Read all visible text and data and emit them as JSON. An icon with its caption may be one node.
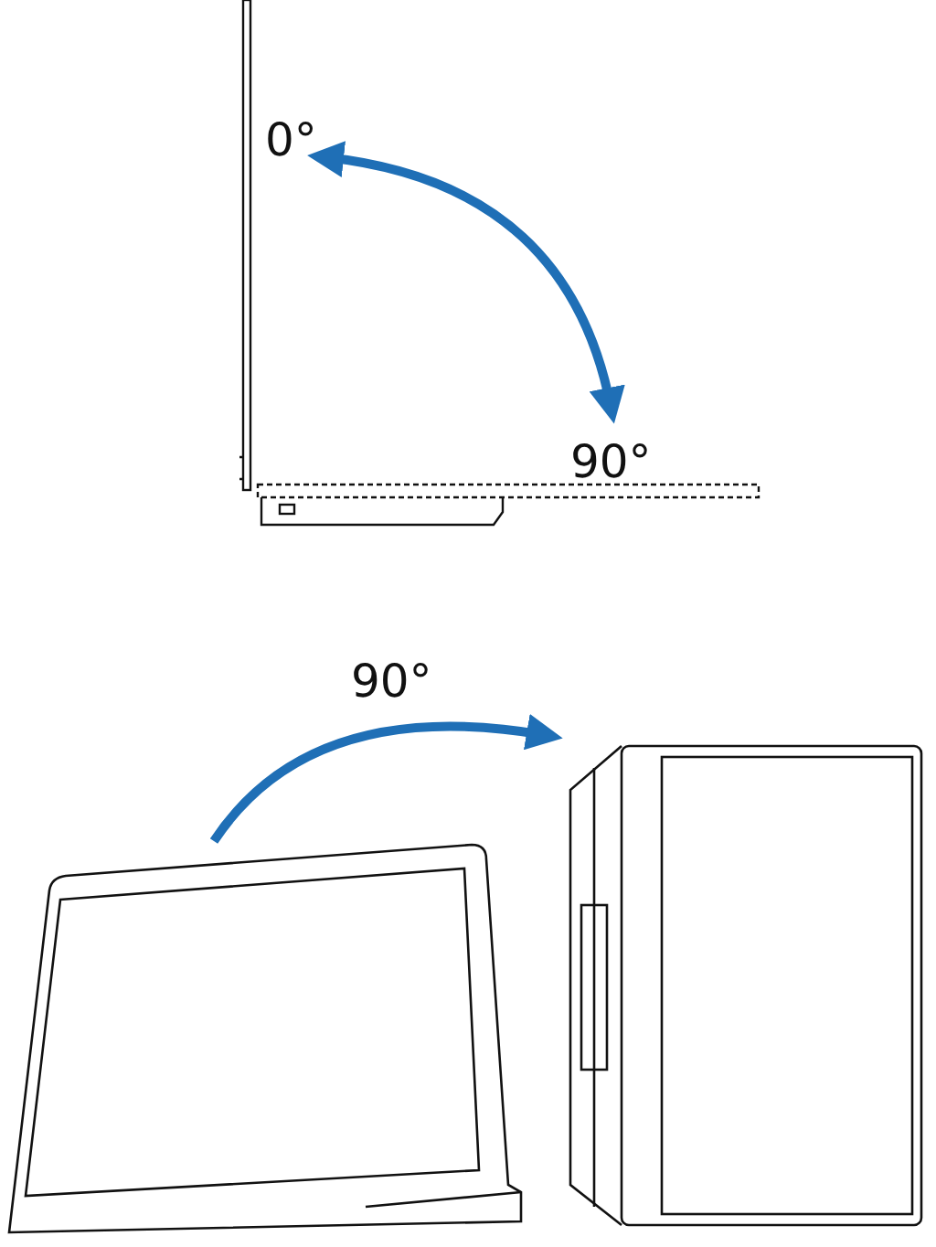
{
  "diagram": {
    "labels": [
      "0°",
      "90°",
      "90°"
    ]
  }
}
